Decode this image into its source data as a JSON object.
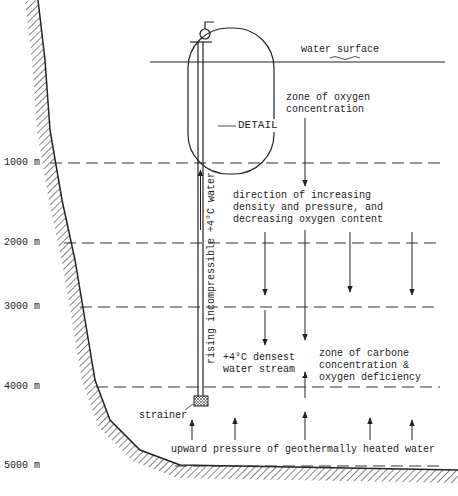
{
  "diagram": {
    "labels": [
      "water surface",
      "DETAIL",
      "zone of oxygen concentration",
      "1000 m",
      "2000 m",
      "3000 m",
      "4000 m",
      "5000 m",
      "direction of increasing density and pressure, and decreasing oxygen content",
      "rising incompressible +4°C water",
      "+4°C densest water stream",
      "zone of carbone concentration & oxygen deficiency",
      "strainer",
      "upward pressure of geothermally heated water"
    ]
  }
}
